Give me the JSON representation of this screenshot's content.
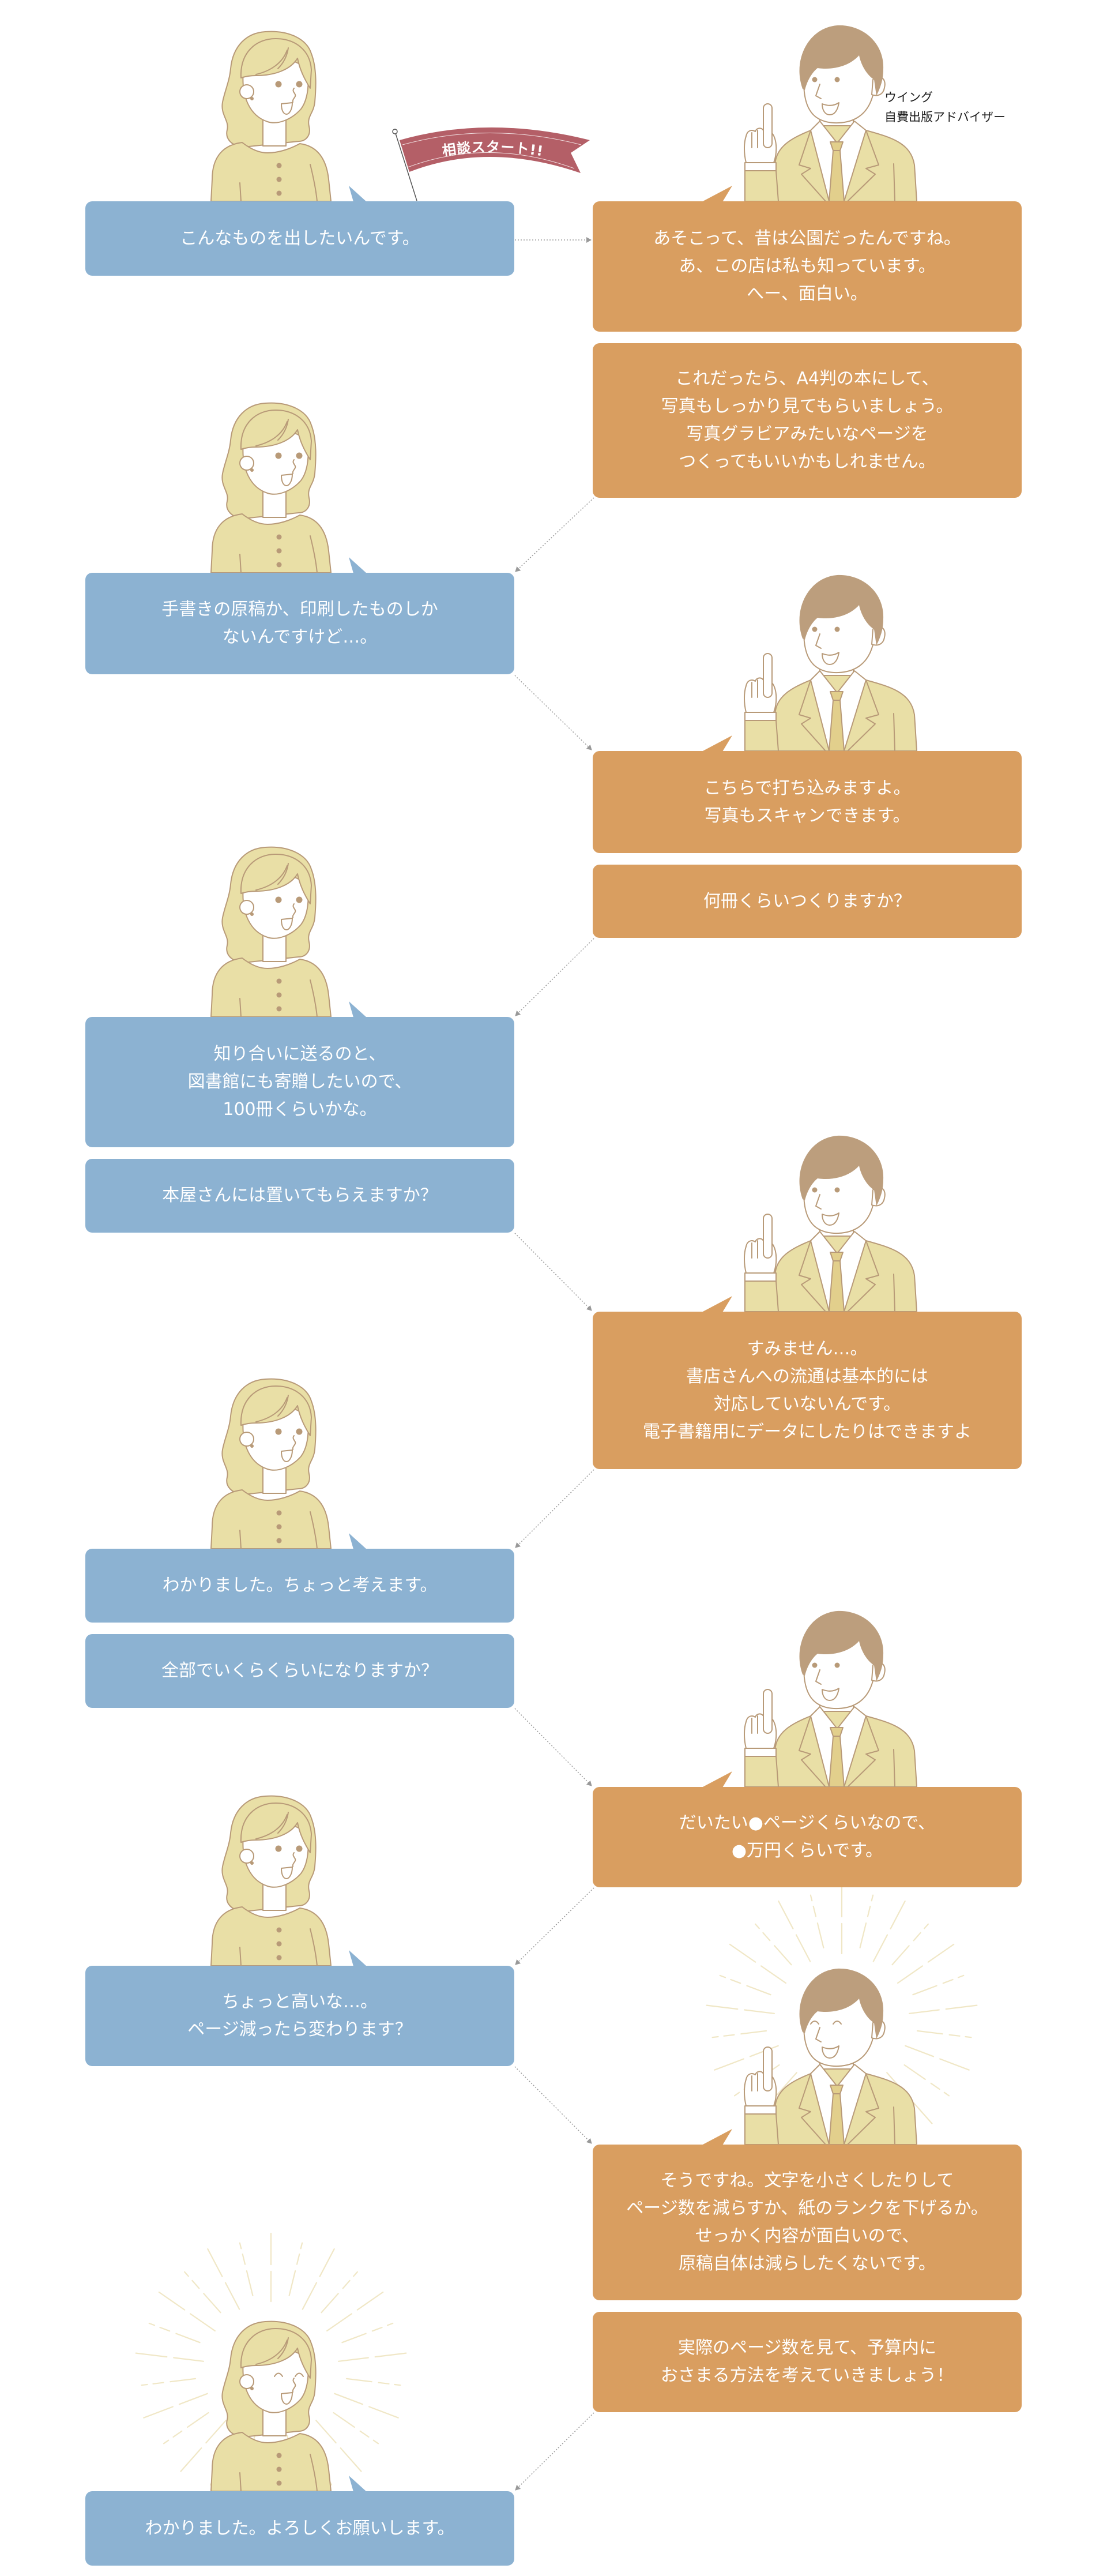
{
  "flag": {
    "label": "相談スタート!!"
  },
  "advisor_label": {
    "company": "ウイング",
    "title": "自費出版アドバイザー"
  },
  "colors": {
    "client_bubble": "#8cb2d2",
    "advisor_bubble": "#d99e60",
    "flag": "#b45f67",
    "clothing": "#e9dfa6",
    "outline": "#b89a78",
    "advisor_hair": "#bc9e7d",
    "tie": "#e2cf8c",
    "sparkle_rays": "#f0e7c6",
    "connector": "#999999",
    "bubble_text": "#ffffff"
  },
  "figures": [
    {
      "role": "client",
      "expression": "smiling"
    },
    {
      "role": "advisor",
      "expression": "smiling, pointing finger up"
    },
    {
      "role": "client",
      "expression": "smiling"
    },
    {
      "role": "advisor",
      "expression": "smiling, pointing finger up"
    },
    {
      "role": "client",
      "expression": "smiling"
    },
    {
      "role": "advisor",
      "expression": "smiling, pointing finger up"
    },
    {
      "role": "client",
      "expression": "smiling"
    },
    {
      "role": "advisor",
      "expression": "smiling, pointing finger up"
    },
    {
      "role": "client",
      "expression": "smiling"
    },
    {
      "role": "advisor",
      "expression": "delighted with sparkle rays"
    },
    {
      "role": "client",
      "expression": "delighted with sparkle rays"
    }
  ],
  "conversation": [
    {
      "speaker": "client",
      "lines": [
        "こんなものを出したいんです。"
      ]
    },
    {
      "speaker": "advisor",
      "lines": [
        "あそこって、昔は公園だったんですね。",
        "あ、この店は私も知っています。",
        "へー、面白い。"
      ]
    },
    {
      "speaker": "advisor",
      "lines": [
        "これだったら、A4判の本にして、",
        "写真もしっかり見てもらいましょう。",
        "写真グラビアみたいなページを",
        "つくってもいいかもしれません。"
      ]
    },
    {
      "speaker": "client",
      "lines": [
        "手書きの原稿か、印刷したものしか",
        "ないんですけど…。"
      ]
    },
    {
      "speaker": "advisor",
      "lines": [
        "こちらで打ち込みますよ。",
        "写真もスキャンできます。"
      ]
    },
    {
      "speaker": "advisor",
      "lines": [
        "何冊くらいつくりますか？"
      ]
    },
    {
      "speaker": "client",
      "lines": [
        "知り合いに送るのと、",
        "図書館にも寄贈したいので、",
        "100冊くらいかな。"
      ]
    },
    {
      "speaker": "client",
      "lines": [
        "本屋さんには置いてもらえますか？"
      ]
    },
    {
      "speaker": "advisor",
      "lines": [
        "すみません…。",
        "書店さんへの流通は基本的には",
        "対応していないんです。",
        "電子書籍用にデータにしたりはできますよ"
      ]
    },
    {
      "speaker": "client",
      "lines": [
        "わかりました。ちょっと考えます。"
      ]
    },
    {
      "speaker": "client",
      "lines": [
        "全部でいくらくらいになりますか？"
      ]
    },
    {
      "speaker": "advisor",
      "lines": [
        "だいたい●ページくらいなので、",
        "●万円くらいです。"
      ]
    },
    {
      "speaker": "client",
      "lines": [
        "ちょっと高いな…。",
        "ページ減ったら変わります？"
      ]
    },
    {
      "speaker": "advisor",
      "lines": [
        "そうですね。文字を小さくしたりして",
        "ページ数を減らすか、紙のランクを下げるか。",
        "せっかく内容が面白いので、",
        "原稿自体は減らしたくないです。"
      ]
    },
    {
      "speaker": "advisor",
      "lines": [
        "実際のページ数を見て、予算内に",
        "おさまる方法を考えていきましょう！"
      ]
    },
    {
      "speaker": "client",
      "lines": [
        "わかりました。よろしくお願いします。"
      ]
    }
  ]
}
